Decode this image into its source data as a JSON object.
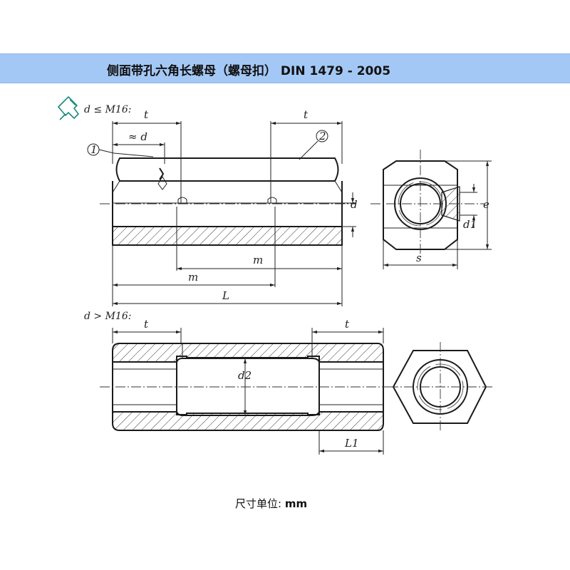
{
  "title": "侧面带孔六角长螺母（螺母扣） DIN 1479 - 2005",
  "case_small": "d ≤ M16:",
  "case_large": "d > M16:",
  "labels": {
    "t": "t",
    "approx_d": "≈ d",
    "callout_1": "1",
    "callout_2": "2",
    "d": "d",
    "m": "m",
    "L": "L",
    "e": "e",
    "d1": "d1",
    "s": "s",
    "d2": "d2",
    "L1": "L1"
  },
  "units_label": "尺寸单位:",
  "units_value": "mm",
  "colors": {
    "title_bar": "#a4c8f5",
    "pin_icon": "#1a8a7a"
  },
  "icons": [
    "pushpin-icon"
  ]
}
